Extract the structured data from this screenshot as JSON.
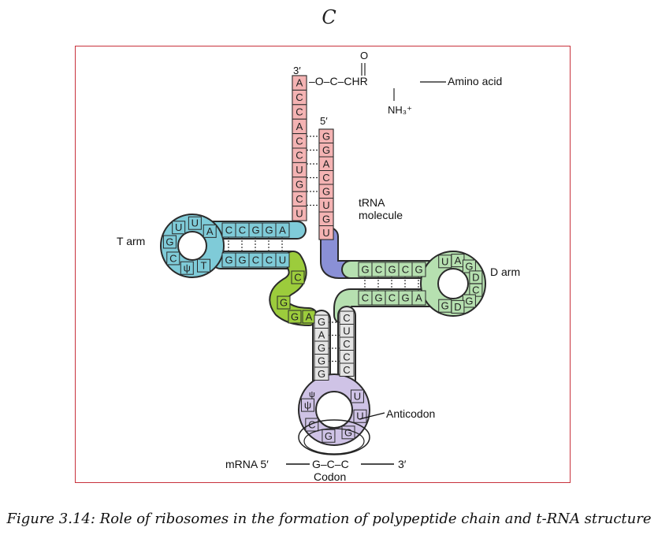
{
  "panel_label": "C",
  "caption": "Figure 3.14: Role of ribosomes in the formation of polypeptide chain and t-RNA structure",
  "diagram": {
    "labels": {
      "t_arm": "T arm",
      "d_arm": "D arm",
      "trna_line1": "tRNA",
      "trna_line2": "molecule",
      "anticodon": "Anticodon",
      "codon": "Codon",
      "mrna_left": "mRNA 5′",
      "mrna_bases": "G–C–C",
      "mrna_right": "3′",
      "prime3_top": "3′",
      "prime5_top": "5′",
      "amino_link": "–O–C–CHR",
      "amino_acid": "Amino acid",
      "carbonyl_o": "O",
      "nh3": "NH₃⁺",
      "psi_loop": "ψ"
    },
    "acceptor_3prime": [
      "A",
      "C",
      "C",
      "A",
      "C",
      "C",
      "U",
      "G",
      "C",
      "U"
    ],
    "acceptor_5prime": [
      "G",
      "G",
      "A",
      "C",
      "G",
      "U",
      "G",
      "U"
    ],
    "t_stem_top": [
      "C",
      "C",
      "G",
      "G",
      "A"
    ],
    "t_stem_bottom": [
      "G",
      "G",
      "C",
      "C",
      "U"
    ],
    "t_loop": [
      "A",
      "U",
      "U",
      "G",
      "C",
      "ψ",
      "T"
    ],
    "d_stem_top": [
      "G",
      "C",
      "G",
      "C",
      "G"
    ],
    "d_stem_bottom": [
      "C",
      "G",
      "C",
      "G",
      "A"
    ],
    "d_loop": [
      "U",
      "A",
      "G",
      "D",
      "C",
      "G",
      "D",
      "G"
    ],
    "variable_loop": [
      "C",
      "G",
      "G",
      "A"
    ],
    "anticodon_stem_left": [
      "G",
      "A",
      "G",
      "G",
      "G"
    ],
    "anticodon_stem_right": [
      "C",
      "U",
      "C",
      "C",
      "C"
    ],
    "anticodon_loop": [
      "U",
      "U",
      "G",
      "G",
      "C",
      "ψ"
    ],
    "colors": {
      "acceptor": "#f4b3b3",
      "t_arm": "#7fcbd8",
      "connector": "#8a90d6",
      "d_arm": "#b6e0b0",
      "variable": "#9ccc3c",
      "anticodon_stem": "#e4e4e4",
      "anticodon_loop": "#cfc3e6"
    }
  }
}
